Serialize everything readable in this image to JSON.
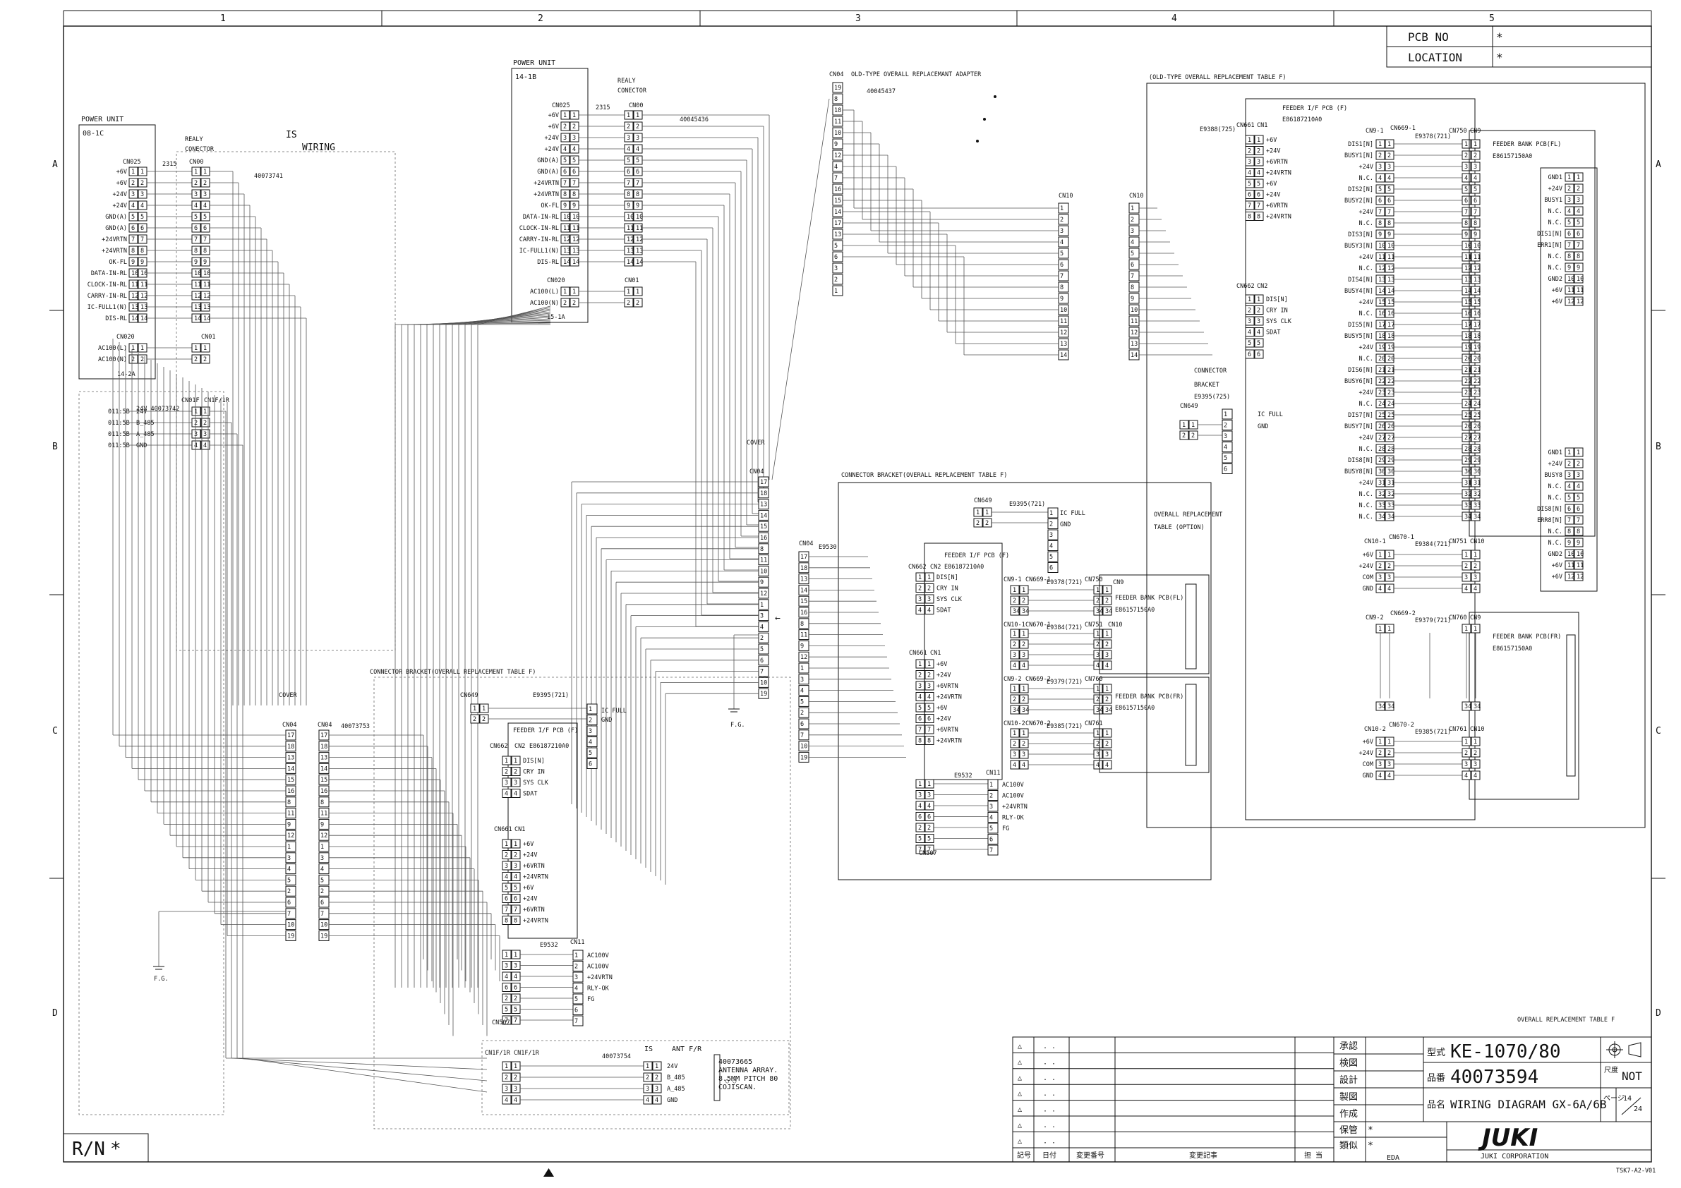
{
  "sheet": {
    "col_numbers": [
      "1",
      "2",
      "3",
      "4",
      "5"
    ],
    "row_letters": [
      "A",
      "B",
      "C",
      "D"
    ]
  },
  "pcb_box": {
    "pcb_label": "PCB NO",
    "pcb_value": "*",
    "location_label": "LOCATION",
    "location_value": "*"
  },
  "rn_box": {
    "label": "R/N",
    "value": "*"
  },
  "power_unit_1": {
    "title": "POWER UNIT",
    "model": "08-1C",
    "left_conn": "CN025",
    "cable": "2315",
    "right_conn": "CN00",
    "realy": "REALY",
    "conector": "CONECTOR",
    "part_no": "40073741",
    "signals": [
      "+6V",
      "+6V",
      "+24V",
      "+24V",
      "GND(A)",
      "GND(A)",
      "+24VRTN",
      "+24VRTN",
      "OK-FL",
      "DATA-IN-RL",
      "CLOCK-IN-RL",
      "CARRY-IN-RL",
      "IC-FULL1(N)",
      "DIS-RL"
    ],
    "ac_conn_left": "CN020",
    "ac_conn_right": "CN01",
    "ac_signals": [
      "AC100(L)",
      "AC100(N)"
    ],
    "sub_model": "14-2A"
  },
  "is_wiring": {
    "is": "IS",
    "wiring": "WIRING"
  },
  "power_unit_2": {
    "title": "POWER UNIT",
    "model": "14-1B",
    "left_conn": "CN025",
    "cable": "2315",
    "right_conn": "CN00",
    "realy": "REALY",
    "conector": "CONECTOR",
    "part_no": "40045436",
    "signals": [
      "+6V",
      "+6V",
      "+24V",
      "+24V",
      "GND(A)",
      "GND(A)",
      "+24VRTN",
      "+24VRTN",
      "OK-FL",
      "DATA-IN-RL",
      "CLOCK-IN-RL",
      "CARRY-IN-RL",
      "IC-FULL1(N)",
      "DIS-RL"
    ],
    "ac_conn_left": "CN020",
    "ac_conn_right": "CN01",
    "ac_signals": [
      "AC100(L)",
      "AC100(N)"
    ],
    "sub_model": "15-1A"
  },
  "cn01f": {
    "left_part": "24V 40073742",
    "conn_a": "CN01F",
    "conn_b": "CN1F/1R",
    "labels": [
      "011:5B",
      "011:5B",
      "011:5B",
      "011:5B"
    ],
    "signals": [
      "24V",
      "B_485",
      "A_485",
      "GND"
    ]
  },
  "old_adapter": {
    "conn": "CN04",
    "title": "OLD-TYPE OVERALL REPLACEMANT ADAPTER",
    "part_no": "40045437",
    "right_conn": "CN10",
    "pins_left": [
      "19",
      "8",
      "18",
      "11",
      "10",
      "9",
      "12",
      "4",
      "7",
      "16",
      "15",
      "14",
      "17",
      "13",
      "5",
      "6",
      "3",
      "2",
      "1"
    ]
  },
  "cover_1": {
    "title": "COVER",
    "conn": "CN04",
    "fg": "F.G.",
    "pins": [
      "17",
      "18",
      "13",
      "14",
      "15",
      "16",
      "8",
      "11",
      "10",
      "9",
      "12",
      "1",
      "3",
      "4",
      "2",
      "5",
      "6",
      "7",
      "10",
      "19"
    ]
  },
  "cover_2": {
    "title": "COVER",
    "conn": "CN04",
    "fg": "F.G.",
    "pins": [
      "17",
      "18",
      "13",
      "14",
      "15",
      "16",
      "8",
      "11",
      "9",
      "12",
      "1",
      "3",
      "4",
      "5",
      "2",
      "6",
      "7",
      "10",
      "19"
    ]
  },
  "cn04_2": {
    "conn": "CN04",
    "part_no": "40073753",
    "pins": [
      "17",
      "18",
      "13",
      "14",
      "15",
      "16",
      "8",
      "11",
      "9",
      "12",
      "1",
      "3",
      "4",
      "5",
      "2",
      "6",
      "7",
      "10",
      "19"
    ]
  },
  "bracket_1": {
    "title": "CONNECTOR BRACKET(OVERALL REPLACEMENT TABLE F)",
    "cn649": "CN649",
    "e9395": "E9395(721)",
    "ic_full": "IC FULL",
    "gnd": "GND",
    "feeder_title": "FEEDER I/F PCB (F)",
    "feeder_no": "E86187210A0",
    "cn662": "CN662",
    "cn2": "CN2",
    "cn2_signals": [
      "DIS[N]",
      "CRY IN",
      "SYS CLK",
      "SDAT"
    ],
    "cn661": "CN661",
    "cn1": "CN1",
    "cn1_signals": [
      "+6V",
      "+24V",
      "+6VRTN",
      "+24VRTN",
      "+6V",
      "+24V",
      "+6VRTN",
      "+24VRTN"
    ],
    "e9532": "E9532",
    "cn11": "CN11",
    "cn11_signals": [
      "AC100V",
      "AC100V",
      "+24VRTN",
      "RLY-OK",
      "FG"
    ],
    "cn507": "CN507"
  },
  "antenna": {
    "conn_a": "CN1F/1R",
    "conn_b": "CN1F/1R",
    "part_no": "40073754",
    "is": "IS",
    "ant": "ANT F/R",
    "signals": [
      "24V",
      "B_485",
      "A_485",
      "GND"
    ],
    "desc1": "40073665",
    "desc2": "ANTENNA ARRAY.",
    "desc3": "8.5MM PITCH 80",
    "desc4": "COJISCAN."
  },
  "bracket_2": {
    "title": "CONNECTOR BRACKET(OVERALL REPLACEMENT TABLE F)",
    "cn04": "CN04",
    "e9530": "E9530",
    "pins": [
      "17",
      "18",
      "13",
      "14",
      "15",
      "16",
      "8",
      "11",
      "9",
      "12",
      "1",
      "3",
      "4",
      "5",
      "2",
      "6",
      "7",
      "10",
      "19"
    ],
    "cn649": "CN649",
    "e9395": "E9395(721)",
    "ic_full": "IC FULL",
    "gnd": "GND",
    "feeder_title": "FEEDER I/F PCB (F)",
    "feeder_no": "E86187210A0",
    "cn662": "CN662",
    "cn2": "CN2",
    "cn2_signals": [
      "DIS[N]",
      "CRY IN",
      "SYS CLK",
      "SDAT"
    ],
    "cn661": "CN661",
    "cn1": "CN1",
    "cn1_signals": [
      "+6V",
      "+24V",
      "+6VRTN",
      "+24VRTN",
      "+6V",
      "+24V",
      "+6VRTN",
      "+24VRTN"
    ],
    "e9532": "E9532",
    "cn11": "CN11",
    "cn11_signals": [
      "AC100V",
      "AC100V",
      "+24VRTN",
      "RLY-OK",
      "FG"
    ],
    "cn507": "CN507",
    "cn9_1": "CN9-1",
    "cn669_1": "CN669-1",
    "e9378": "E9378(721)",
    "cn750": "CN750",
    "cn9": "CN9",
    "cn10_1": "CN10-1",
    "cn670_1": "CN670-1",
    "e9384": "E9384(721)",
    "cn751": "CN751",
    "cn10": "CN10",
    "cn9_2": "CN9-2",
    "cn669_2": "CN669-2",
    "e9379": "E9379(721)",
    "cn760": "CN760",
    "cn10_2": "CN10-2",
    "cn670_2": "CN670-2",
    "e9385": "E9385(721)",
    "cn761": "CN761",
    "fb_fl": "FEEDER BANK PCB(FL)",
    "fb_fr": "FEEDER BANK PCB(FR)",
    "fb_no": "E86157150A0"
  },
  "old_table": {
    "title": "(OLD-TYPE OVERALL REPLACEMENT TABLE F)",
    "cn10": "CN10",
    "e9388": "E9388(725)",
    "cn661": "CN661",
    "cn1": "CN1",
    "feeder_title": "FEEDER I/F PCB (F)",
    "feeder_no": "E86187210A0",
    "cn1_signals": [
      "+6V",
      "+24V",
      "+6VRTN",
      "+24VRTN",
      "+6V",
      "+24V",
      "+6VRTN",
      "+24VRTN"
    ],
    "cn662": "CN662",
    "cn2": "CN2",
    "cn2_signals": [
      "DIS[N]",
      "CRY IN",
      "SYS CLK",
      "SDAT"
    ],
    "connector": "CONNECTOR",
    "bracket": "BRACKET",
    "e9395": "E9395(725)",
    "cn649": "CN649",
    "ic_full": "IC FULL",
    "gnd": "GND",
    "overall1": "OVERALL REPLACEMENT",
    "overall2": "TABLE (OPTION)",
    "cn9_1": "CN9-1",
    "cn669_1": "CN669-1",
    "e9378": "E9378(721)",
    "cn750": "CN750",
    "cn9": "CN9",
    "fb_fl": "FEEDER BANK PCB(FL)",
    "fb_fr": "FEEDER BANK PCB(FR)",
    "fb_no": "E86157150A0",
    "bus_signals": [
      "DIS1[N]",
      "BUSY1[N]",
      "+24V",
      "N.C.",
      "DIS2[N]",
      "BUSY2[N]",
      "+24V",
      "N.C.",
      "DIS3[N]",
      "BUSY3[N]",
      "+24V",
      "N.C.",
      "DIS4[N]",
      "BUSY4[N]",
      "+24V",
      "N.C.",
      "DIS5[N]",
      "BUSY5[N]",
      "+24V",
      "N.C.",
      "DIS6[N]",
      "BUSY6[N]",
      "+24V",
      "N.C.",
      "DIS7[N]",
      "BUSY7[N]",
      "+24V",
      "N.C.",
      "DIS8[N]",
      "BUSY8[N]",
      "+24V",
      "N.C.",
      "N.C.",
      "N.C."
    ],
    "bank_signals_1": [
      "GND1",
      "+24V",
      "BUSY1",
      "N.C.",
      "N.C.",
      "DIS1[N]",
      "ERR1[N]",
      "N.C.",
      "N.C.",
      "GND2",
      "+6V",
      "+6V"
    ],
    "bank_signals_8": [
      "GND1",
      "+24V",
      "BUSY8",
      "N.C.",
      "N.C.",
      "DIS8[N]",
      "ERR8[N]",
      "N.C.",
      "N.C.",
      "GND2",
      "+6V",
      "+6V"
    ],
    "cn10_1": "CN10-1",
    "cn670_1": "CN670-1",
    "e9384": "E9384(721)",
    "cn751": "CN751",
    "cn10_signals": [
      "+6V",
      "+24V",
      "COM",
      "GND"
    ],
    "cn9_2": "CN9-2",
    "cn669_2": "CN669-2",
    "e9379": "E9379(721)",
    "cn760": "CN760",
    "cn10_2": "CN10-2",
    "cn670_2": "CN670-2",
    "e9385": "E9385(721)",
    "cn761": "CN761"
  },
  "overall_replacement": "OVERALL REPLACEMENT TABLE F",
  "title_block": {
    "approve": "承認",
    "check": "検図",
    "design": "設計",
    "draft": "製図",
    "create": "作成",
    "keep": "保管",
    "similar": "類似",
    "keep_val": "*",
    "similar_val": "*",
    "eda": "EDA",
    "model_label": "型式",
    "model": "KE-1070/80",
    "partno_label": "品番",
    "partno": "40073594",
    "name_label": "品名",
    "name": "WIRING DIAGRAM GX-6A/6B",
    "scale_label": "尺度",
    "scale": "NOT",
    "page_label": "ページ",
    "page": "14",
    "pages": "24",
    "rev_symbol": "記号",
    "rev_date": "日付",
    "rev_no": "変更番号",
    "rev_note": "変更記事",
    "rev_by": "担 当",
    "logo": "JUKI",
    "corp": "JUKI CORPORATION",
    "form_no": "TSK7-A2-V01",
    "dots": ". ."
  }
}
